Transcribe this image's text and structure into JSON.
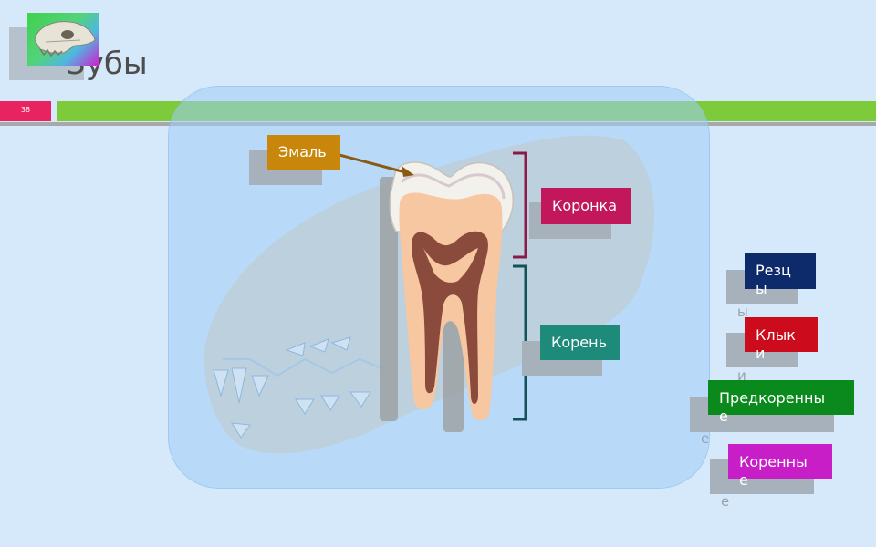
{
  "slide": {
    "title": "Зубы",
    "number": "38"
  },
  "diagram": {
    "enamel": "Эмаль",
    "crown": "Коронка",
    "root": "Корень"
  },
  "legend": {
    "incisors_line1": "Резц",
    "incisors_line2": "ы",
    "canines_line1": "Клык",
    "canines_line2": "и",
    "premolars_line1": "Предкоренны",
    "premolars_line2": "е",
    "molars_line1": "Коренны",
    "molars_line2": "е"
  },
  "colors": {
    "enamel_label": "#c8860a",
    "crown_label": "#c2185b",
    "root_label": "#1e8a7a",
    "incisors": "#0d2a6b",
    "canines": "#cc0c1c",
    "premolars": "#0a8a1c",
    "molars": "#c81ec8",
    "crown_bracket": "#8b1a4a",
    "root_bracket": "#14525a"
  }
}
